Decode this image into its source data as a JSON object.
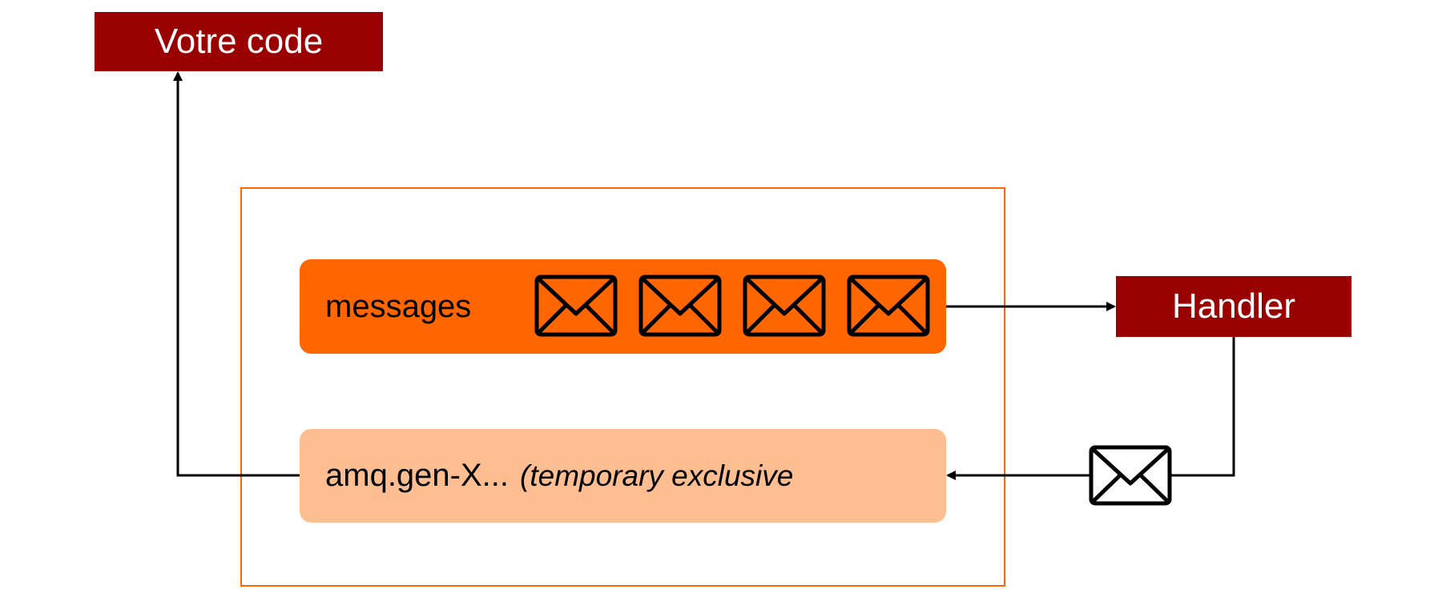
{
  "nodes": {
    "code": {
      "label": "Votre code",
      "color": "#990000"
    },
    "handler": {
      "label": "Handler",
      "color": "#990000"
    },
    "queue_messages": {
      "label": "messages",
      "color": "#ff6600",
      "message_icons": 4
    },
    "queue_temp": {
      "name": "amq.gen-X...",
      "note": "(temporary exclusive",
      "color": "#ffbe91"
    }
  },
  "broker": {
    "border_color": "#ff6600"
  },
  "edges": [
    {
      "from": "queue_messages",
      "to": "handler"
    },
    {
      "from": "handler",
      "to": "queue_temp",
      "carries": "envelope-icon"
    },
    {
      "from": "queue_temp",
      "to": "code"
    }
  ],
  "colors": {
    "line": "#000000"
  }
}
